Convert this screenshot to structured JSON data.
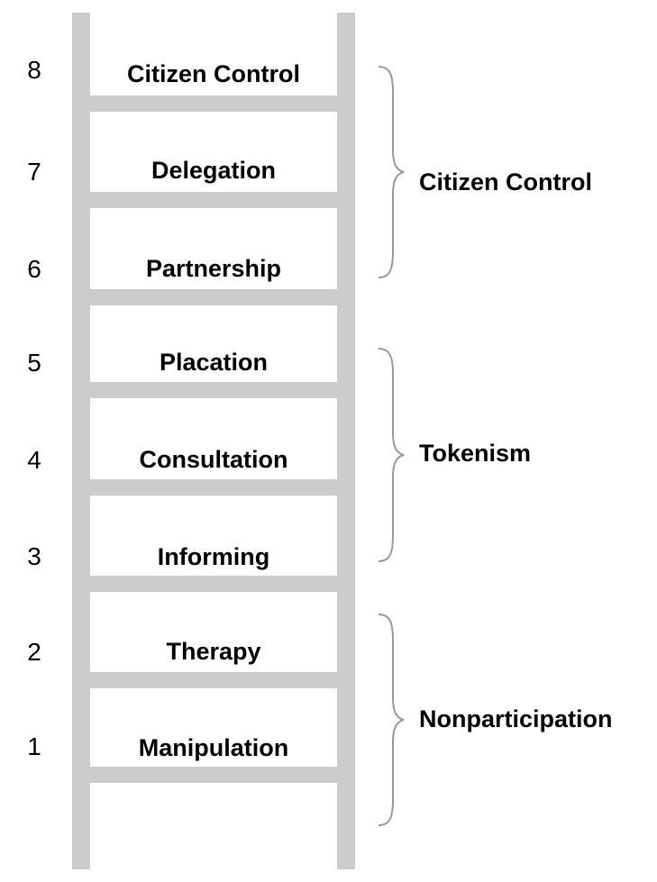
{
  "rungs": [
    {
      "number": "8",
      "label": "Citizen Control"
    },
    {
      "number": "7",
      "label": "Delegation"
    },
    {
      "number": "6",
      "label": "Partnership"
    },
    {
      "number": "5",
      "label": "Placation"
    },
    {
      "number": "4",
      "label": "Consultation"
    },
    {
      "number": "3",
      "label": "Informing"
    },
    {
      "number": "2",
      "label": "Therapy"
    },
    {
      "number": "1",
      "label": "Manipulation"
    }
  ],
  "groups": [
    {
      "label": "Citizen Control"
    },
    {
      "label": "Tokenism"
    },
    {
      "label": "Nonparticipation"
    }
  ],
  "colors": {
    "ladder": "#cccccc",
    "brace": "#9a9a9a",
    "text": "#000000"
  }
}
